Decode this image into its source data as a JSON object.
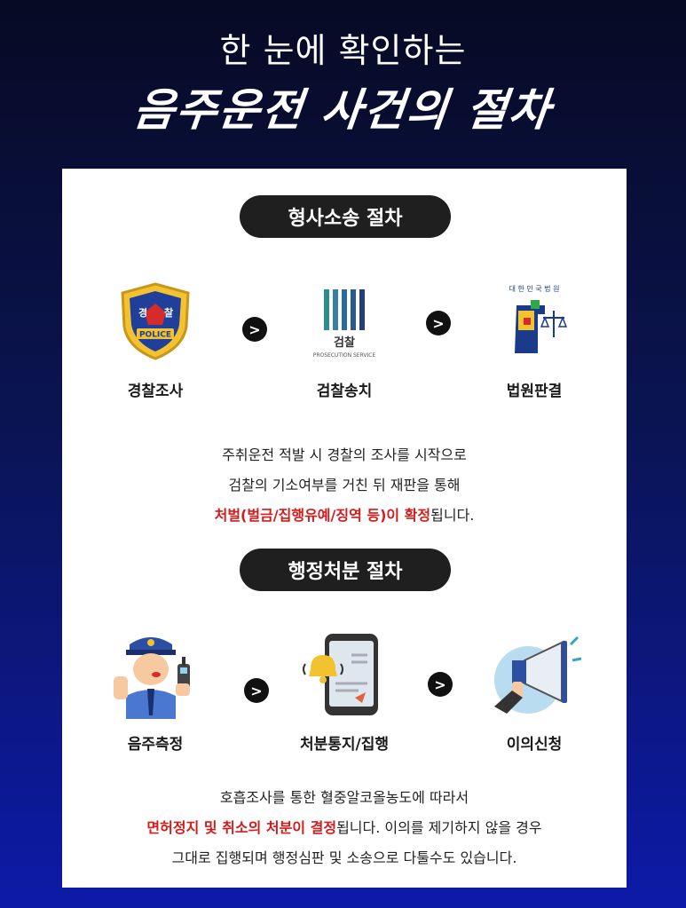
{
  "header": {
    "title_top": "한 눈에 확인하는",
    "title_main": "음주운전 사건의 절차"
  },
  "criminal": {
    "pill": "형사소송 절차",
    "steps": [
      {
        "label": "경찰조사",
        "icon": "police-badge-icon",
        "icon_text1": "경",
        "icon_text2": "찰",
        "icon_text3": "POLICE"
      },
      {
        "label": "검찰송치",
        "icon": "prosecution-logo-icon",
        "icon_text1": "검찰",
        "icon_text2": "PROSECUTION SERVICE"
      },
      {
        "label": "법원판결",
        "icon": "court-emblem-icon",
        "icon_text1": "대 한 민 국 법 원"
      }
    ],
    "desc_line1": "주취운전 적발 시 경찰의 조사를 시작으로",
    "desc_line2": "검찰의 기소여부를 거친 뒤 재판을 통해",
    "desc_line3_hl": "처벌(벌금/집행유예/징역 등)이 확정",
    "desc_line3_rest": "됩니다."
  },
  "admin": {
    "pill": "행정처분 절차",
    "steps": [
      {
        "label": "음주측정",
        "icon": "police-officer-breathalyzer-icon"
      },
      {
        "label": "처분통지/집행",
        "icon": "phone-notification-icon"
      },
      {
        "label": "이의신청",
        "icon": "megaphone-icon"
      }
    ],
    "desc_line1": "호흡조사를 통한 혈중알코올농도에 따라서",
    "desc_line2_hl": "면허정지 및 취소의 처분이 결정",
    "desc_line2_rest": "됩니다. 이의를 제기하지 않을 경우",
    "desc_line3": "그대로 집행되며 행정심판 및 소송으로 다툴수도 있습니다."
  },
  "colors": {
    "highlight": "#d41a1a",
    "pill_bg": "#1f1f1f",
    "bg_top": "#070a24",
    "bg_bottom": "#0d1aa8"
  },
  "arrow_glyph": ">"
}
